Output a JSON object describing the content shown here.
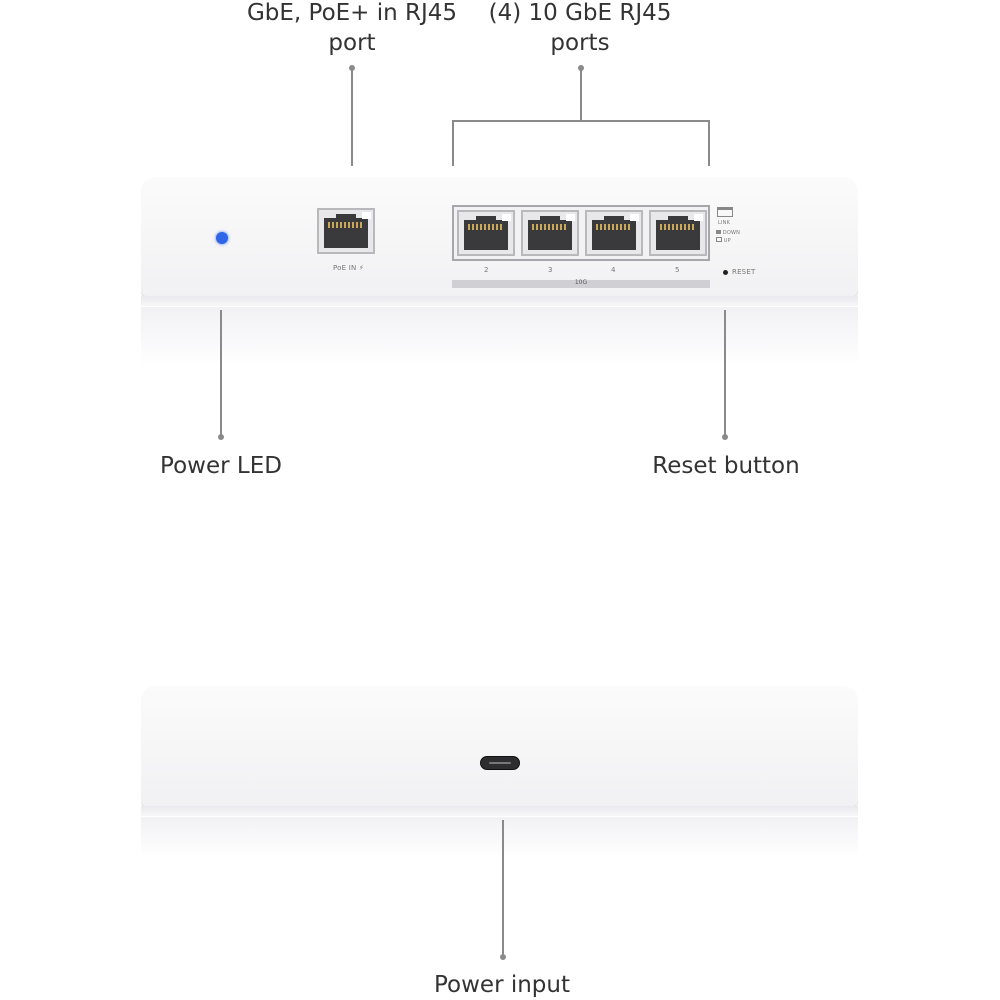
{
  "callouts": {
    "poe_in": "GbE, PoE+ in RJ45\nport",
    "poe_in_line1": "GbE, PoE+ in RJ45",
    "poe_in_line2": "port",
    "ten_gbe_line1": "(4) 10 GbE RJ45",
    "ten_gbe_line2": "ports",
    "power_led": "Power LED",
    "reset_button": "Reset button",
    "power_input": "Power input"
  },
  "device_front": {
    "poe_port_label": "PoE IN",
    "port_numbers": [
      "2",
      "3",
      "4",
      "5"
    ],
    "speed_bar_label": "10G",
    "legend": {
      "link": "LINK",
      "down": "DOWN",
      "up": "UP"
    },
    "reset_label": "RESET",
    "led_color": "#2f66e8"
  },
  "device_back": {
    "connector": "usb-c-port"
  }
}
